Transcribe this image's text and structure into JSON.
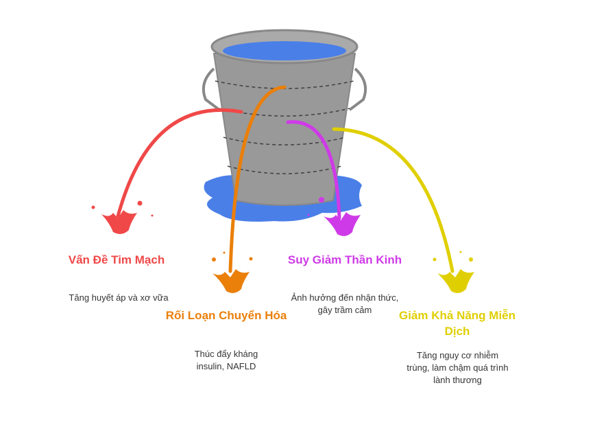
{
  "colors": {
    "cardio": "#f04848",
    "metabolic": "#ea7f0a",
    "neuro": "#cf3ae8",
    "immune": "#e0cf00",
    "water": "#4a7fe8",
    "bucket": "#999999"
  },
  "items": [
    {
      "title": "Vấn Đề Tim Mạch",
      "description": "Tăng huyết áp và xơ vữa"
    },
    {
      "title": "Rối Loạn Chuyển Hóa",
      "description": "Thúc đẩy kháng insulin, NAFLD"
    },
    {
      "title": "Suy Giảm Thần Kinh",
      "description": "Ảnh hưởng đến nhận thức, gây trầm cảm"
    },
    {
      "title": "Giảm Khả Năng Miễn Dịch",
      "description": "Tăng nguy cơ nhiễm trùng, làm chậm quá trình lành thương"
    }
  ]
}
